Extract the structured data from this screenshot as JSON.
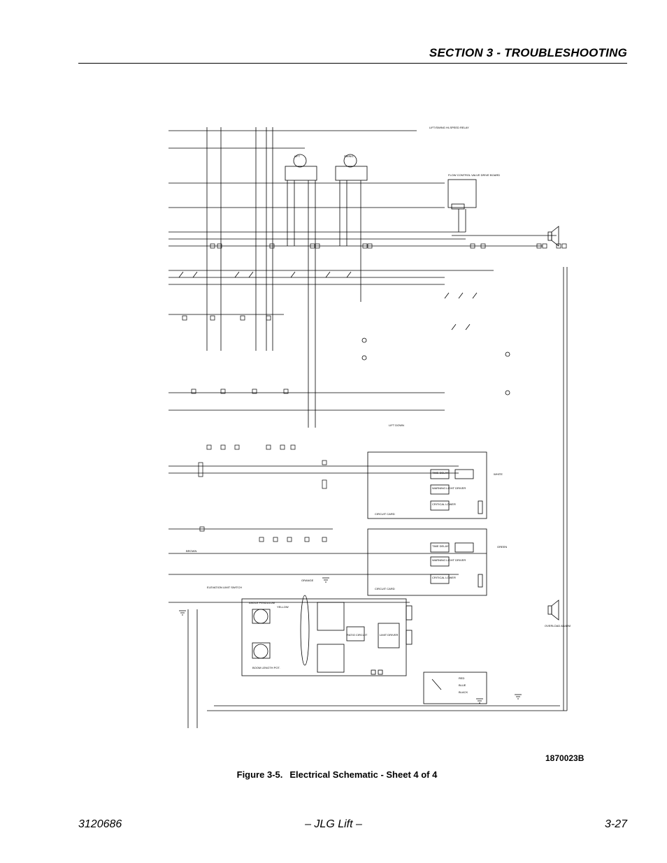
{
  "header": {
    "section_title": "SECTION 3 - TROUBLESHOOTING"
  },
  "figure": {
    "drawing_number": "1870023B",
    "caption_number": "Figure 3-5.",
    "caption_title": "Electrical Schematic - Sheet 4 of 4",
    "labels": {
      "lift_swing_relay": "LIFT/SWING HI-SPEED RELAY",
      "lift": "LIFT",
      "swing": "SWING",
      "flow_control": "FLOW CONTROL VALVE DRIVE BOARD",
      "elevation_switch": "ELEVATION LIMIT SWITCH",
      "angle_pendulum": "ANGLE PENDULUM",
      "boom_length_pot": "BOOM LENGTH POT.",
      "overload_alarm": "OVERLOAD ALARM",
      "lift_down": "LIFT DOWN",
      "time_delay": "TIME DELAY",
      "warning_light_driver": "WARNING LIGHT DRIVER",
      "critical_lower": "CRITICAL LOWER",
      "circuit_card": "CIRCUIT CARD",
      "ratio_circuit": "RATIO CIRCUIT",
      "limit_driver": "LIMIT DRIVER",
      "wire_red": "RED",
      "wire_blue": "BLUE",
      "wire_black": "BLACK",
      "wire_white": "WHITE",
      "wire_brown": "BROWN",
      "wire_green": "GREEN",
      "wire_orange": "ORANGE",
      "wire_yellow": "YELLOW"
    }
  },
  "footer": {
    "doc_number": "3120686",
    "brand": "– JLG Lift –",
    "page_number": "3-27"
  }
}
